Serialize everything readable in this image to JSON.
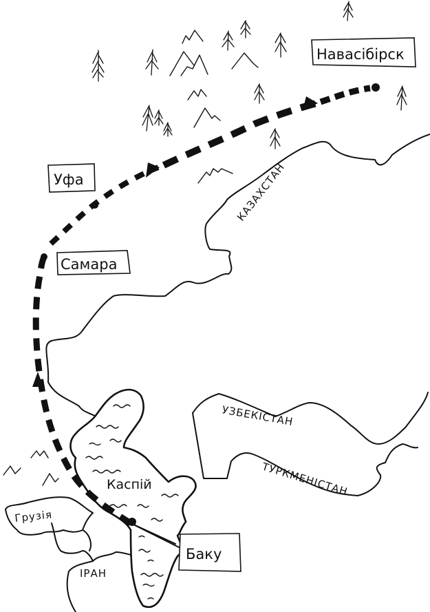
{
  "map": {
    "style": "hand-drawn ink sketch",
    "colors": {
      "ink": "#111111",
      "paper": "#ffffff"
    },
    "cities": [
      {
        "id": "novosibirsk",
        "label": "Навасібірск"
      },
      {
        "id": "ufa",
        "label": "Уфа"
      },
      {
        "id": "samara",
        "label": "Самара"
      },
      {
        "id": "baku",
        "label": "Баку"
      }
    ],
    "countries": [
      {
        "id": "kazakhstan",
        "label": "КАЗАХСТАН"
      },
      {
        "id": "uzbekistan",
        "label": "УЗБЕКІСТАН"
      },
      {
        "id": "turkmenistan",
        "label": "ТУРКМЕНІСТАН"
      },
      {
        "id": "georgia",
        "label": "Грузія"
      },
      {
        "id": "iran",
        "label": "ІРАН"
      }
    ],
    "seas": [
      {
        "id": "caspian",
        "label": "Каспій"
      }
    ],
    "route": {
      "order": [
        "Баку",
        "Самара",
        "Уфа",
        "Навасібірск"
      ],
      "line_style": "dashed with dots",
      "direction_arrows": 3
    },
    "decorations": {
      "trees": 15,
      "mountains": 11
    }
  }
}
